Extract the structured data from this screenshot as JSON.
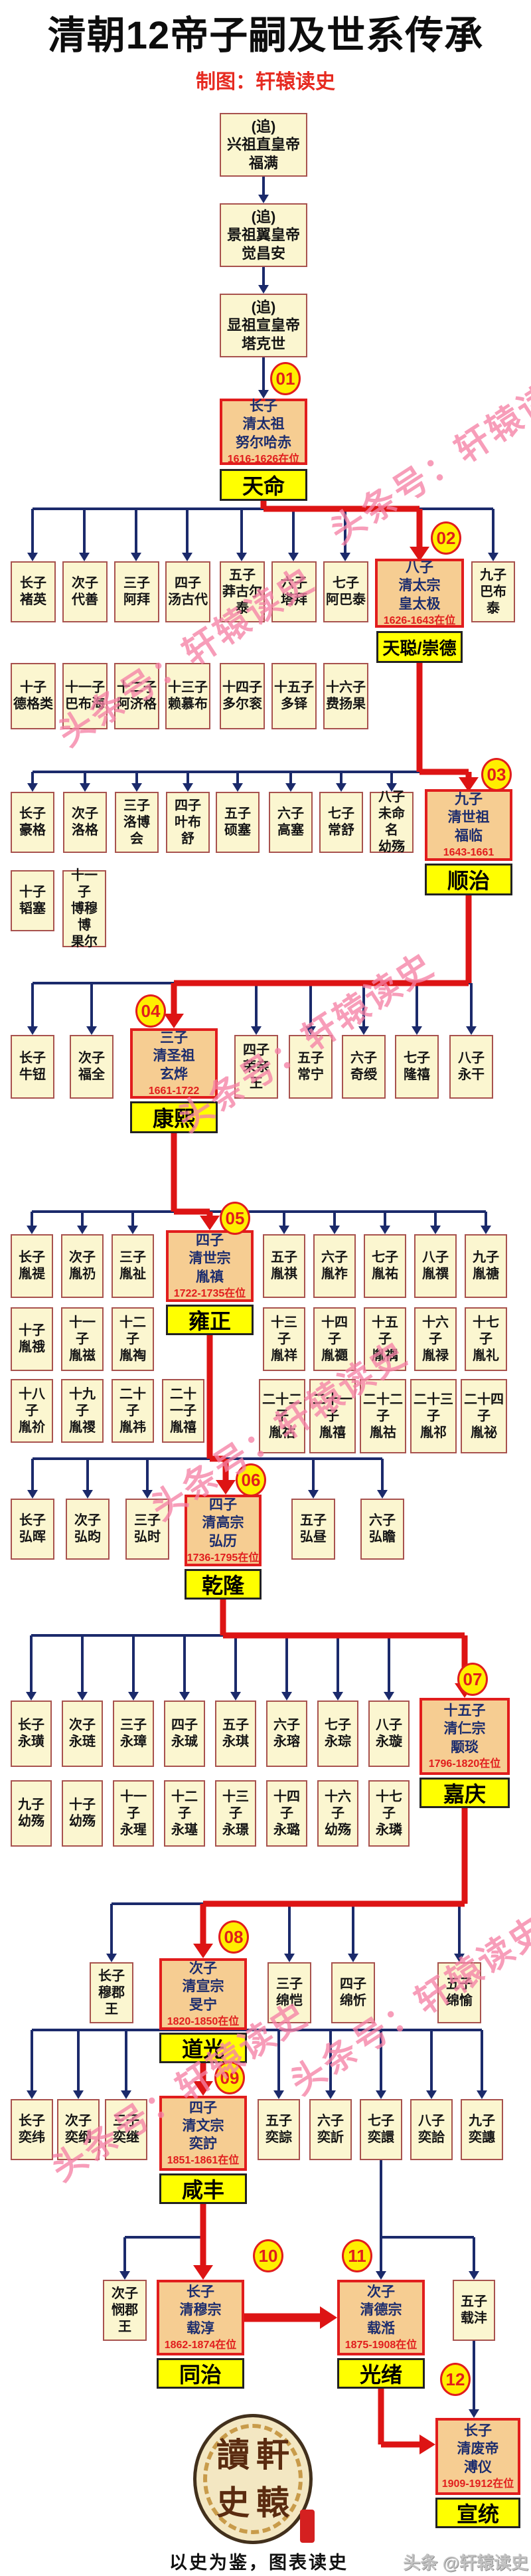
{
  "header": {
    "title": "清朝12帝子嗣及世系传承",
    "subtitle": "制图：轩辕读史"
  },
  "colors": {
    "navy": "#1b2a6b",
    "red": "#dd1414",
    "box_fill": "#fbf6d0",
    "emperor_fill": "#f6cd92",
    "era_fill": "#ffff00"
  },
  "watermark": {
    "text": "头条号：轩辕读史"
  },
  "ancestors": [
    {
      "text": "(追)\n兴祖直皇帝\n福满"
    },
    {
      "text": "(追)\n景祖翼皇帝\n觉昌安"
    },
    {
      "text": "(追)\n显祖宣皇帝\n塔克世"
    }
  ],
  "emperors": [
    {
      "badge": "01",
      "name": "长子\n清太祖\n努尔哈赤",
      "years": "1616-1626在位",
      "era": "天命"
    },
    {
      "badge": "02",
      "name": "八子\n清太宗\n皇太极",
      "years": "1626-1643在位",
      "era": "天聪/崇德"
    },
    {
      "badge": "03",
      "name": "九子\n清世祖\n福临",
      "years": "1643-1661",
      "era": "顺治"
    },
    {
      "badge": "04",
      "name": "三子\n清圣祖\n玄烨",
      "years": "1661-1722",
      "era": "康熙"
    },
    {
      "badge": "05",
      "name": "四子\n清世宗\n胤禛",
      "years": "1722-1735在位",
      "era": "雍正"
    },
    {
      "badge": "06",
      "name": "四子\n清高宗\n弘历",
      "years": "1736-1795在位",
      "era": "乾隆"
    },
    {
      "badge": "07",
      "name": "十五子\n清仁宗\n颙琰",
      "years": "1796-1820在位",
      "era": "嘉庆"
    },
    {
      "badge": "08",
      "name": "次子\n清宣宗\n旻宁",
      "years": "1820-1850在位",
      "era": "道光"
    },
    {
      "badge": "09",
      "name": "四子\n清文宗\n奕詝",
      "years": "1851-1861在位",
      "era": "咸丰"
    },
    {
      "badge": "10",
      "name": "长子\n清穆宗\n载淳",
      "years": "1862-1874在位",
      "era": "同治"
    },
    {
      "badge": "11",
      "name": "次子\n清德宗\n载湉",
      "years": "1875-1908在位",
      "era": "光绪"
    },
    {
      "badge": "12",
      "name": "长子\n清废帝\n溥仪",
      "years": "1909-1912在位",
      "era": "宣统"
    }
  ],
  "children": [
    {
      "text": "长子\n褚英"
    },
    {
      "text": "次子\n代善"
    },
    {
      "text": "三子\n阿拜"
    },
    {
      "text": "四子\n汤古代"
    },
    {
      "text": "五子\n莽古尔\n泰"
    },
    {
      "text": "六子\n塔拜"
    },
    {
      "text": "七子\n阿巴泰"
    },
    {
      "text": "九子\n巴布泰"
    },
    {
      "text": "十子\n德格类"
    },
    {
      "text": "十一子\n巴布海"
    },
    {
      "text": "十二子\n阿济格"
    },
    {
      "text": "十三子\n赖慕布"
    },
    {
      "text": "十四子\n多尔衮"
    },
    {
      "text": "十五子\n多铎"
    },
    {
      "text": "十六子\n费扬果"
    },
    {
      "text": "长子\n豪格"
    },
    {
      "text": "次子\n洛格"
    },
    {
      "text": "三子\n洛博会"
    },
    {
      "text": "四子\n叶布舒"
    },
    {
      "text": "五子\n硕塞"
    },
    {
      "text": "六子\n高塞"
    },
    {
      "text": "七子\n常舒"
    },
    {
      "text": "八子\n未命名\n幼殇"
    },
    {
      "text": "十子\n韬塞"
    },
    {
      "text": "十一子\n博穆博\n果尔"
    },
    {
      "text": "长子\n牛钮"
    },
    {
      "text": "次子\n福全"
    },
    {
      "text": "四子\n荣亲王"
    },
    {
      "text": "五子\n常宁"
    },
    {
      "text": "六子\n奇绶"
    },
    {
      "text": "七子\n隆禧"
    },
    {
      "text": "八子\n永干"
    },
    {
      "text": "长子\n胤禔"
    },
    {
      "text": "次子\n胤礽"
    },
    {
      "text": "三子\n胤祉"
    },
    {
      "text": "五子\n胤祺"
    },
    {
      "text": "六子\n胤祚"
    },
    {
      "text": "七子\n胤祐"
    },
    {
      "text": "八子\n胤禩"
    },
    {
      "text": "九子\n胤禟"
    },
    {
      "text": "十子\n胤䄉"
    },
    {
      "text": "十一子\n胤禌"
    },
    {
      "text": "十二子\n胤祹"
    },
    {
      "text": "十三子\n胤祥"
    },
    {
      "text": "十四子\n胤禵"
    },
    {
      "text": "十五子\n胤禑"
    },
    {
      "text": "十六子\n胤禄"
    },
    {
      "text": "十七子\n胤礼"
    },
    {
      "text": "十八子\n胤祄"
    },
    {
      "text": "十九子\n胤禝"
    },
    {
      "text": "二十子\n胤祎"
    },
    {
      "text": "二十一子\n胤禧"
    },
    {
      "text": "二十二\n子\n胤祜"
    },
    {
      "text": "二十一\n子\n胤禧"
    },
    {
      "text": "二十二\n子\n胤祜"
    },
    {
      "text": "二十三\n子\n胤祁"
    },
    {
      "text": "二十四\n子\n胤祕"
    },
    {
      "text": "长子\n弘晖"
    },
    {
      "text": "次子\n弘昀"
    },
    {
      "text": "三子\n弘时"
    },
    {
      "text": "五子\n弘昼"
    },
    {
      "text": "六子\n弘瞻"
    },
    {
      "text": "长子\n永璜"
    },
    {
      "text": "次子\n永琏"
    },
    {
      "text": "三子\n永璋"
    },
    {
      "text": "四子\n永珹"
    },
    {
      "text": "五子\n永琪"
    },
    {
      "text": "六子\n永瑢"
    },
    {
      "text": "七子\n永琮"
    },
    {
      "text": "八子\n永璇"
    },
    {
      "text": "九子\n幼殇"
    },
    {
      "text": "十子\n幼殇"
    },
    {
      "text": "十一子\n永瑆"
    },
    {
      "text": "十二子\n永璂"
    },
    {
      "text": "十三子\n永璟"
    },
    {
      "text": "十四子\n永璐"
    },
    {
      "text": "十六子\n幼殇"
    },
    {
      "text": "十七子\n永璘"
    },
    {
      "text": "长子\n穆郡王"
    },
    {
      "text": "三子\n绵恺"
    },
    {
      "text": "四子\n绵忻"
    },
    {
      "text": "五子\n绵愉"
    },
    {
      "text": "长子\n奕纬"
    },
    {
      "text": "次子\n奕纲"
    },
    {
      "text": "三子\n奕继"
    },
    {
      "text": "五子\n奕誴"
    },
    {
      "text": "六子\n奕訢"
    },
    {
      "text": "七子\n奕譞"
    },
    {
      "text": "八子\n奕詥"
    },
    {
      "text": "九子\n奕譓"
    },
    {
      "text": "次子\n悯郡王"
    },
    {
      "text": "五子\n载沣"
    }
  ],
  "footer": {
    "seal_chars": [
      "讀",
      "軒",
      "史",
      "轅"
    ],
    "tagline": "以史为鉴，图表读史",
    "credit": "头条 @轩辕读史"
  }
}
